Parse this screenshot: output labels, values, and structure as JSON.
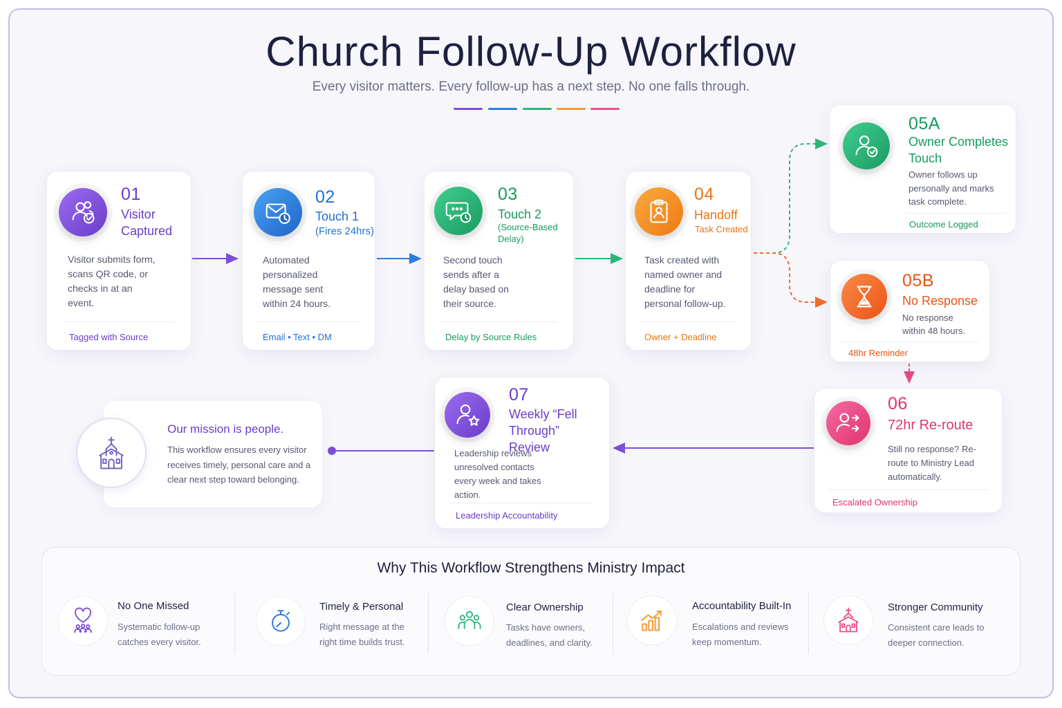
{
  "header": {
    "title": "Church Follow-Up Workflow",
    "subtitle": "Every visitor matters. Every follow-up has a next step. No one falls through."
  },
  "accent_colors": [
    "#7b4fd6",
    "#2f7de0",
    "#2cb67d",
    "#f29b38",
    "#ec4f8a"
  ],
  "steps": [
    {
      "num": "01",
      "title": "Visitor Captured",
      "desc": "Visitor submits form, scans QR code, or checks in at an event.",
      "footer": "Tagged with Source",
      "color": "#7b4fd6",
      "icon": "user-group-check-icon"
    },
    {
      "num": "02",
      "title": "Touch 1",
      "title_extra": "(Fires 24hrs)",
      "desc": "Automated personalized message sent within 24 hours.",
      "footer": "Email • Text • DM",
      "color": "#2f7de0",
      "icon": "mail-clock-icon"
    },
    {
      "num": "03",
      "title": "Touch 2",
      "title_extra": "(Source-Based Delay)",
      "desc": "Second touch sends after a delay based on their source.",
      "footer": "Delay by Source Rules",
      "color": "#2cb67d",
      "icon": "chat-clock-icon"
    },
    {
      "num": "04",
      "title": "Handoff",
      "title_extra": "Task Created",
      "desc": "Task created with named owner and deadline for personal follow-up.",
      "footer": "Owner + Deadline",
      "color": "#f0801a",
      "icon": "clipboard-user-icon"
    },
    {
      "num": "05A",
      "title": "Owner Completes Touch",
      "desc": "Owner follows up personally and marks task complete.",
      "footer": "Outcome Logged",
      "color": "#2cb67d",
      "icon": "user-check-icon"
    },
    {
      "num": "05B",
      "title": "No Response",
      "desc": "No response within 48 hours.",
      "footer": "48hr Reminder",
      "color": "#f06a2c",
      "icon": "hourglass-icon"
    },
    {
      "num": "06",
      "title": "72hr Re-route",
      "desc": "Still no response? Re-route to Ministry Lead automatically.",
      "footer": "Escalated Ownership",
      "color": "#e84a86",
      "icon": "user-reroute-icon"
    },
    {
      "num": "07",
      "title": "Weekly “Fell Through” Review",
      "desc": "Leadership reviews unresolved contacts every week and takes action.",
      "footer": "Leadership Accountability",
      "color": "#7b4fd6",
      "icon": "user-star-icon"
    }
  ],
  "mission": {
    "title": "Our mission is people.",
    "text": "This workflow ensures every visitor receives timely, personal care and a clear next step toward belonging.",
    "icon": "church-icon"
  },
  "benefits": {
    "title": "Why This Workflow Strengthens Ministry Impact",
    "items": [
      {
        "title": "No One Missed",
        "text": "Systematic follow-up catches every visitor.",
        "icon": "heart-people-icon",
        "color": "#7b4fd6"
      },
      {
        "title": "Timely & Personal",
        "text": "Right message at the right time builds trust.",
        "icon": "stopwatch-icon",
        "color": "#2f7de0"
      },
      {
        "title": "Clear Ownership",
        "text": "Tasks have owners, deadlines, and clarity.",
        "icon": "people-group-icon",
        "color": "#2cb67d"
      },
      {
        "title": "Accountability Built-In",
        "text": "Escalations and reviews keep momentum.",
        "icon": "growth-chart-icon",
        "color": "#f29b38"
      },
      {
        "title": "Stronger Community",
        "text": "Consistent care leads to deeper connection.",
        "icon": "church-icon",
        "color": "#ec4f8a"
      }
    ]
  }
}
